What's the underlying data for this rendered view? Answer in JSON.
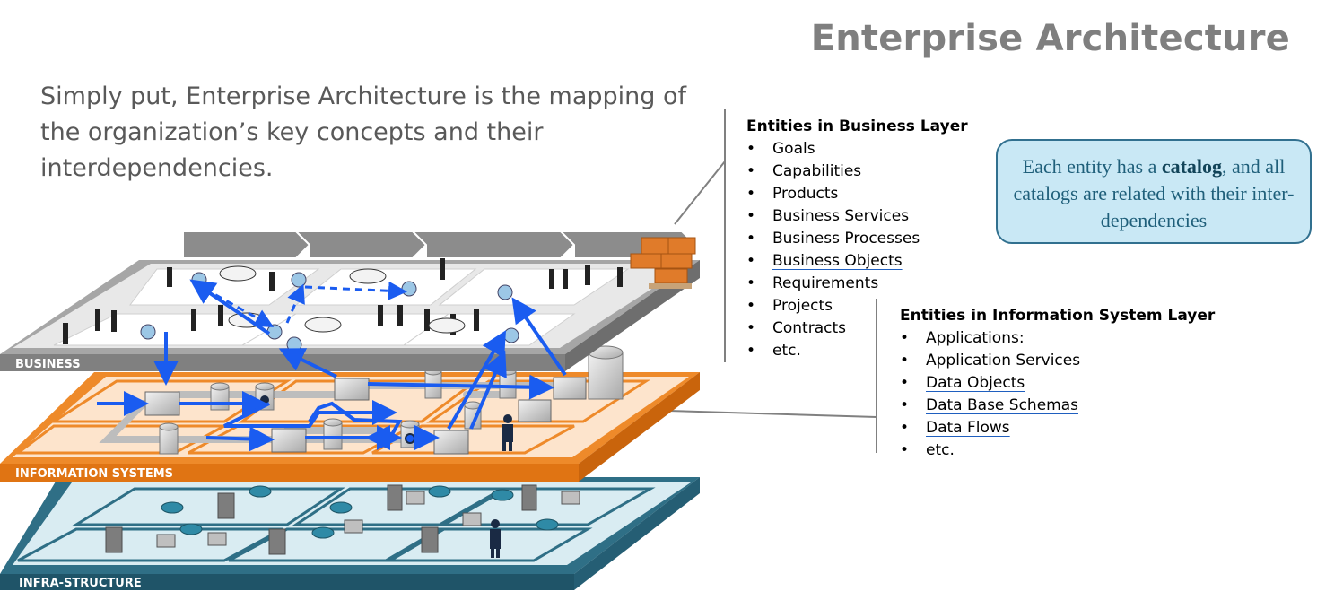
{
  "title": "Enterprise Architecture",
  "intro": "Simply put, Enterprise Architecture is the mapping of the organization’s key concepts and their interdependencies.",
  "layers": {
    "business": "BUSINESS",
    "information": "INFORMATION SYSTEMS",
    "infrastructure": "INFRA-STRUCTURE"
  },
  "business_layer": {
    "heading": "Entities in Business Layer",
    "items": [
      "Goals",
      "Capabilities",
      "Products",
      "Business Services",
      "Business Processes",
      "Business Objects",
      "Requirements",
      "Projects",
      "Contracts",
      "etc."
    ]
  },
  "information_layer": {
    "heading": "Entities in Information System Layer",
    "items": [
      "Applications:",
      "Application Services",
      "Data Objects",
      "Data Base Schemas",
      "Data Flows",
      "etc."
    ]
  },
  "callout": {
    "prefix": "Each entity has a ",
    "bold": "catalog",
    "suffix": ", and all catalogs are related with their inter-dependencies"
  },
  "colors": {
    "title": "#7f7f7f",
    "business_layer": "#8c8c8c",
    "information_layer": "#ee8a2a",
    "infrastructure_layer": "#2f6f86",
    "flow_arrows": "#1a5cf0",
    "callout_fill": "#c9e8f5"
  }
}
